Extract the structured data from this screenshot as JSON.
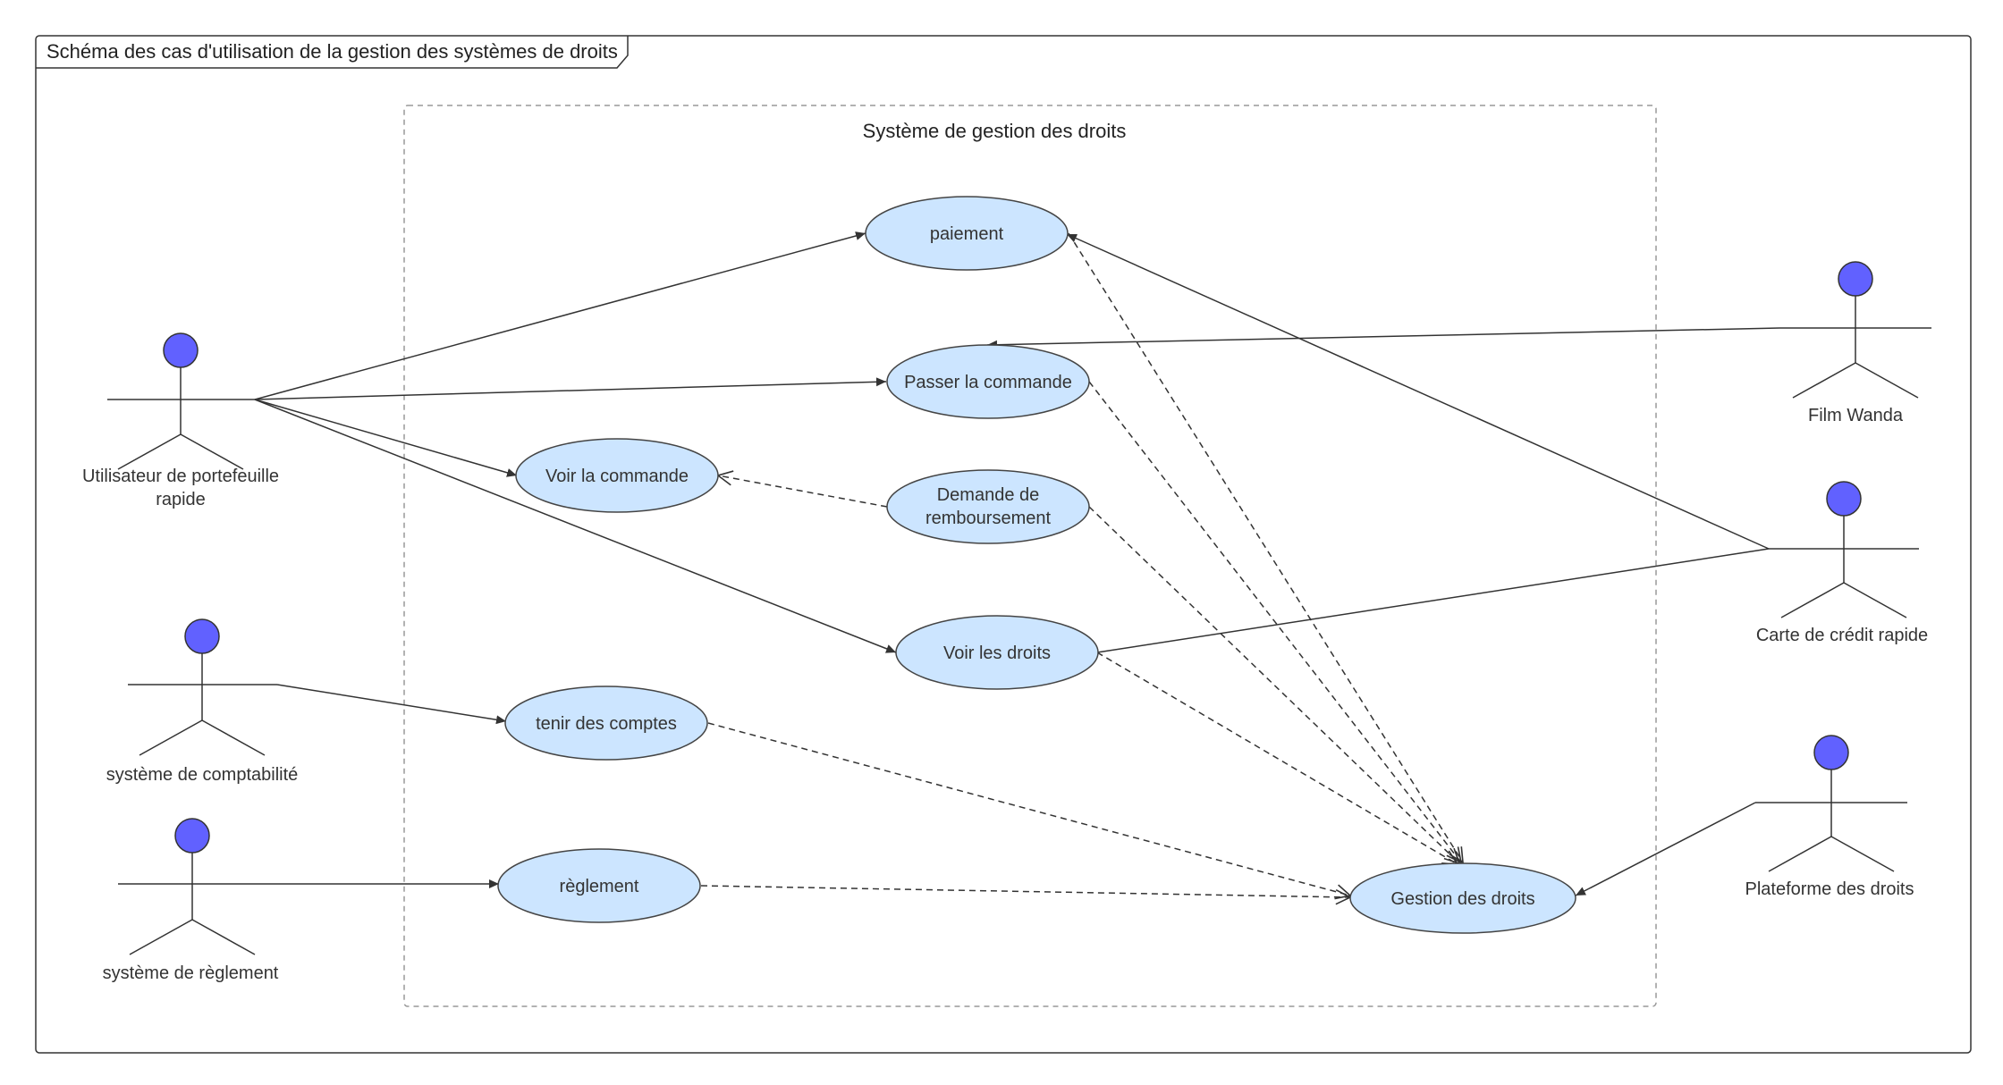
{
  "colors": {
    "use_case_fill": "#cce5ff",
    "use_case_stroke": "#444444",
    "actor_head": "#6161ff",
    "line": "#333333",
    "frame": "#333333",
    "system_border": "#999999"
  },
  "frame": {
    "title": "Schéma des cas d'utilisation de la gestion des systèmes de droits"
  },
  "system": {
    "title": "Système de gestion des droits"
  },
  "use_cases": {
    "paiement": "paiement",
    "passer": "Passer la commande",
    "voir_commande": "Voir la commande",
    "remboursement_1": "Demande de",
    "remboursement_2": "remboursement",
    "voir_droits": "Voir les droits",
    "comptes": "tenir des comptes",
    "reglement": "règlement",
    "gestion": "Gestion des droits"
  },
  "actors": {
    "utilisateur_1": "Utilisateur de portefeuille",
    "utilisateur_2": "rapide",
    "comptabilite": "système de comptabilité",
    "reglement": "système de règlement",
    "film": "Film Wanda",
    "carte": "Carte de crédit rapide",
    "plateforme": "Plateforme des droits"
  }
}
